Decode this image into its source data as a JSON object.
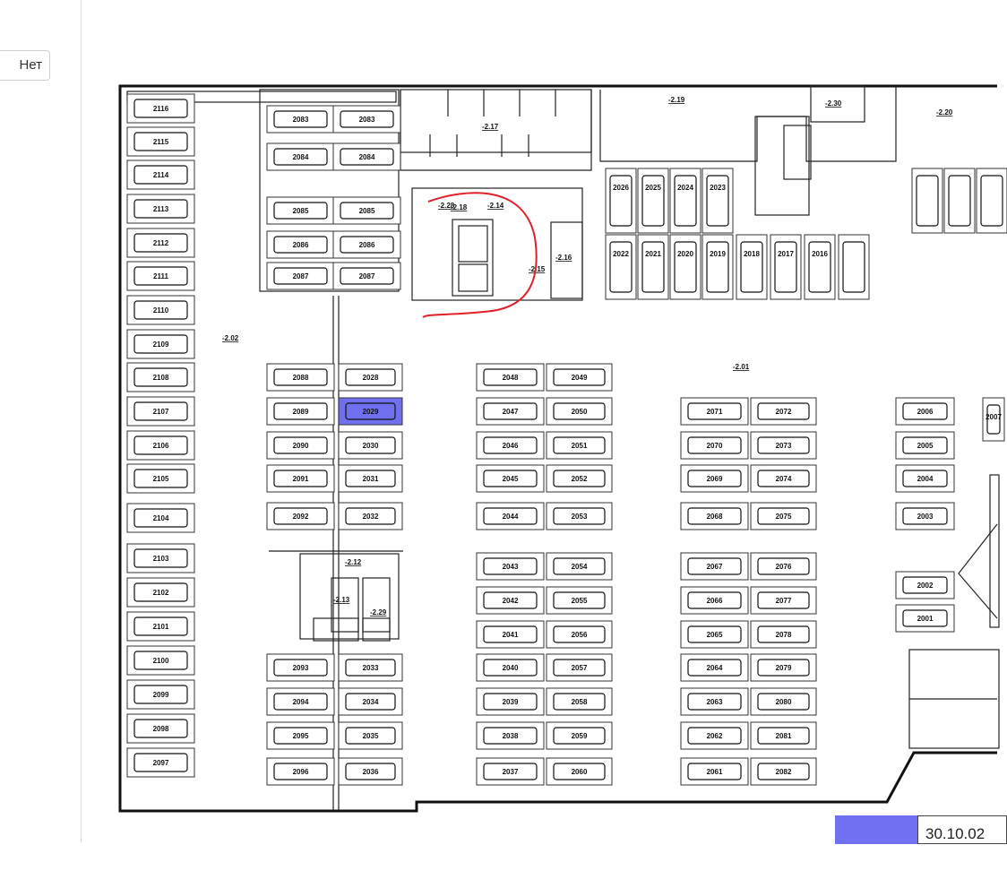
{
  "toolbar": {
    "no_label": "Нет"
  },
  "legend": {
    "swatch_color": "#7070f0",
    "date_text": "30.10.02"
  },
  "plan": {
    "selected_spot": "2029",
    "selected_color": "#6f6ff0",
    "zones": [
      "-2.02",
      "-2.01",
      "-2.12",
      "-2.13",
      "-2.29",
      "-2.17",
      "-2.18",
      "-2.19",
      "-2.30",
      "-2.20",
      "-2.28",
      "-2.14",
      "-2.15",
      "-2.16"
    ],
    "spots": [
      "2116",
      "2115",
      "2114",
      "2113",
      "2112",
      "2111",
      "2110",
      "2109",
      "2108",
      "2107",
      "2106",
      "2105",
      "2104",
      "2103",
      "2102",
      "2101",
      "2100",
      "2099",
      "2098",
      "2097",
      "2083",
      "2083",
      "2084",
      "2084",
      "2085",
      "2085",
      "2086",
      "2086",
      "2087",
      "2087",
      "2088",
      "2028",
      "2089",
      "2029",
      "2090",
      "2030",
      "2091",
      "2031",
      "2092",
      "2032",
      "2093",
      "2033",
      "2094",
      "2034",
      "2095",
      "2035",
      "2096",
      "2036",
      "2048",
      "2049",
      "2047",
      "2050",
      "2046",
      "2051",
      "2045",
      "2052",
      "2044",
      "2053",
      "2043",
      "2054",
      "2042",
      "2055",
      "2041",
      "2056",
      "2040",
      "2057",
      "2039",
      "2058",
      "2038",
      "2059",
      "2037",
      "2060",
      "2071",
      "2072",
      "2070",
      "2073",
      "2069",
      "2074",
      "2068",
      "2075",
      "2067",
      "2076",
      "2066",
      "2077",
      "2065",
      "2078",
      "2064",
      "2079",
      "2063",
      "2080",
      "2062",
      "2081",
      "2061",
      "2082",
      "2006",
      "2005",
      "2004",
      "2003",
      "2002",
      "2001",
      "2007",
      "2026",
      "2025",
      "2024",
      "2023",
      "2022",
      "2021",
      "2020",
      "2019",
      "2018",
      "2017",
      "2016"
    ]
  }
}
